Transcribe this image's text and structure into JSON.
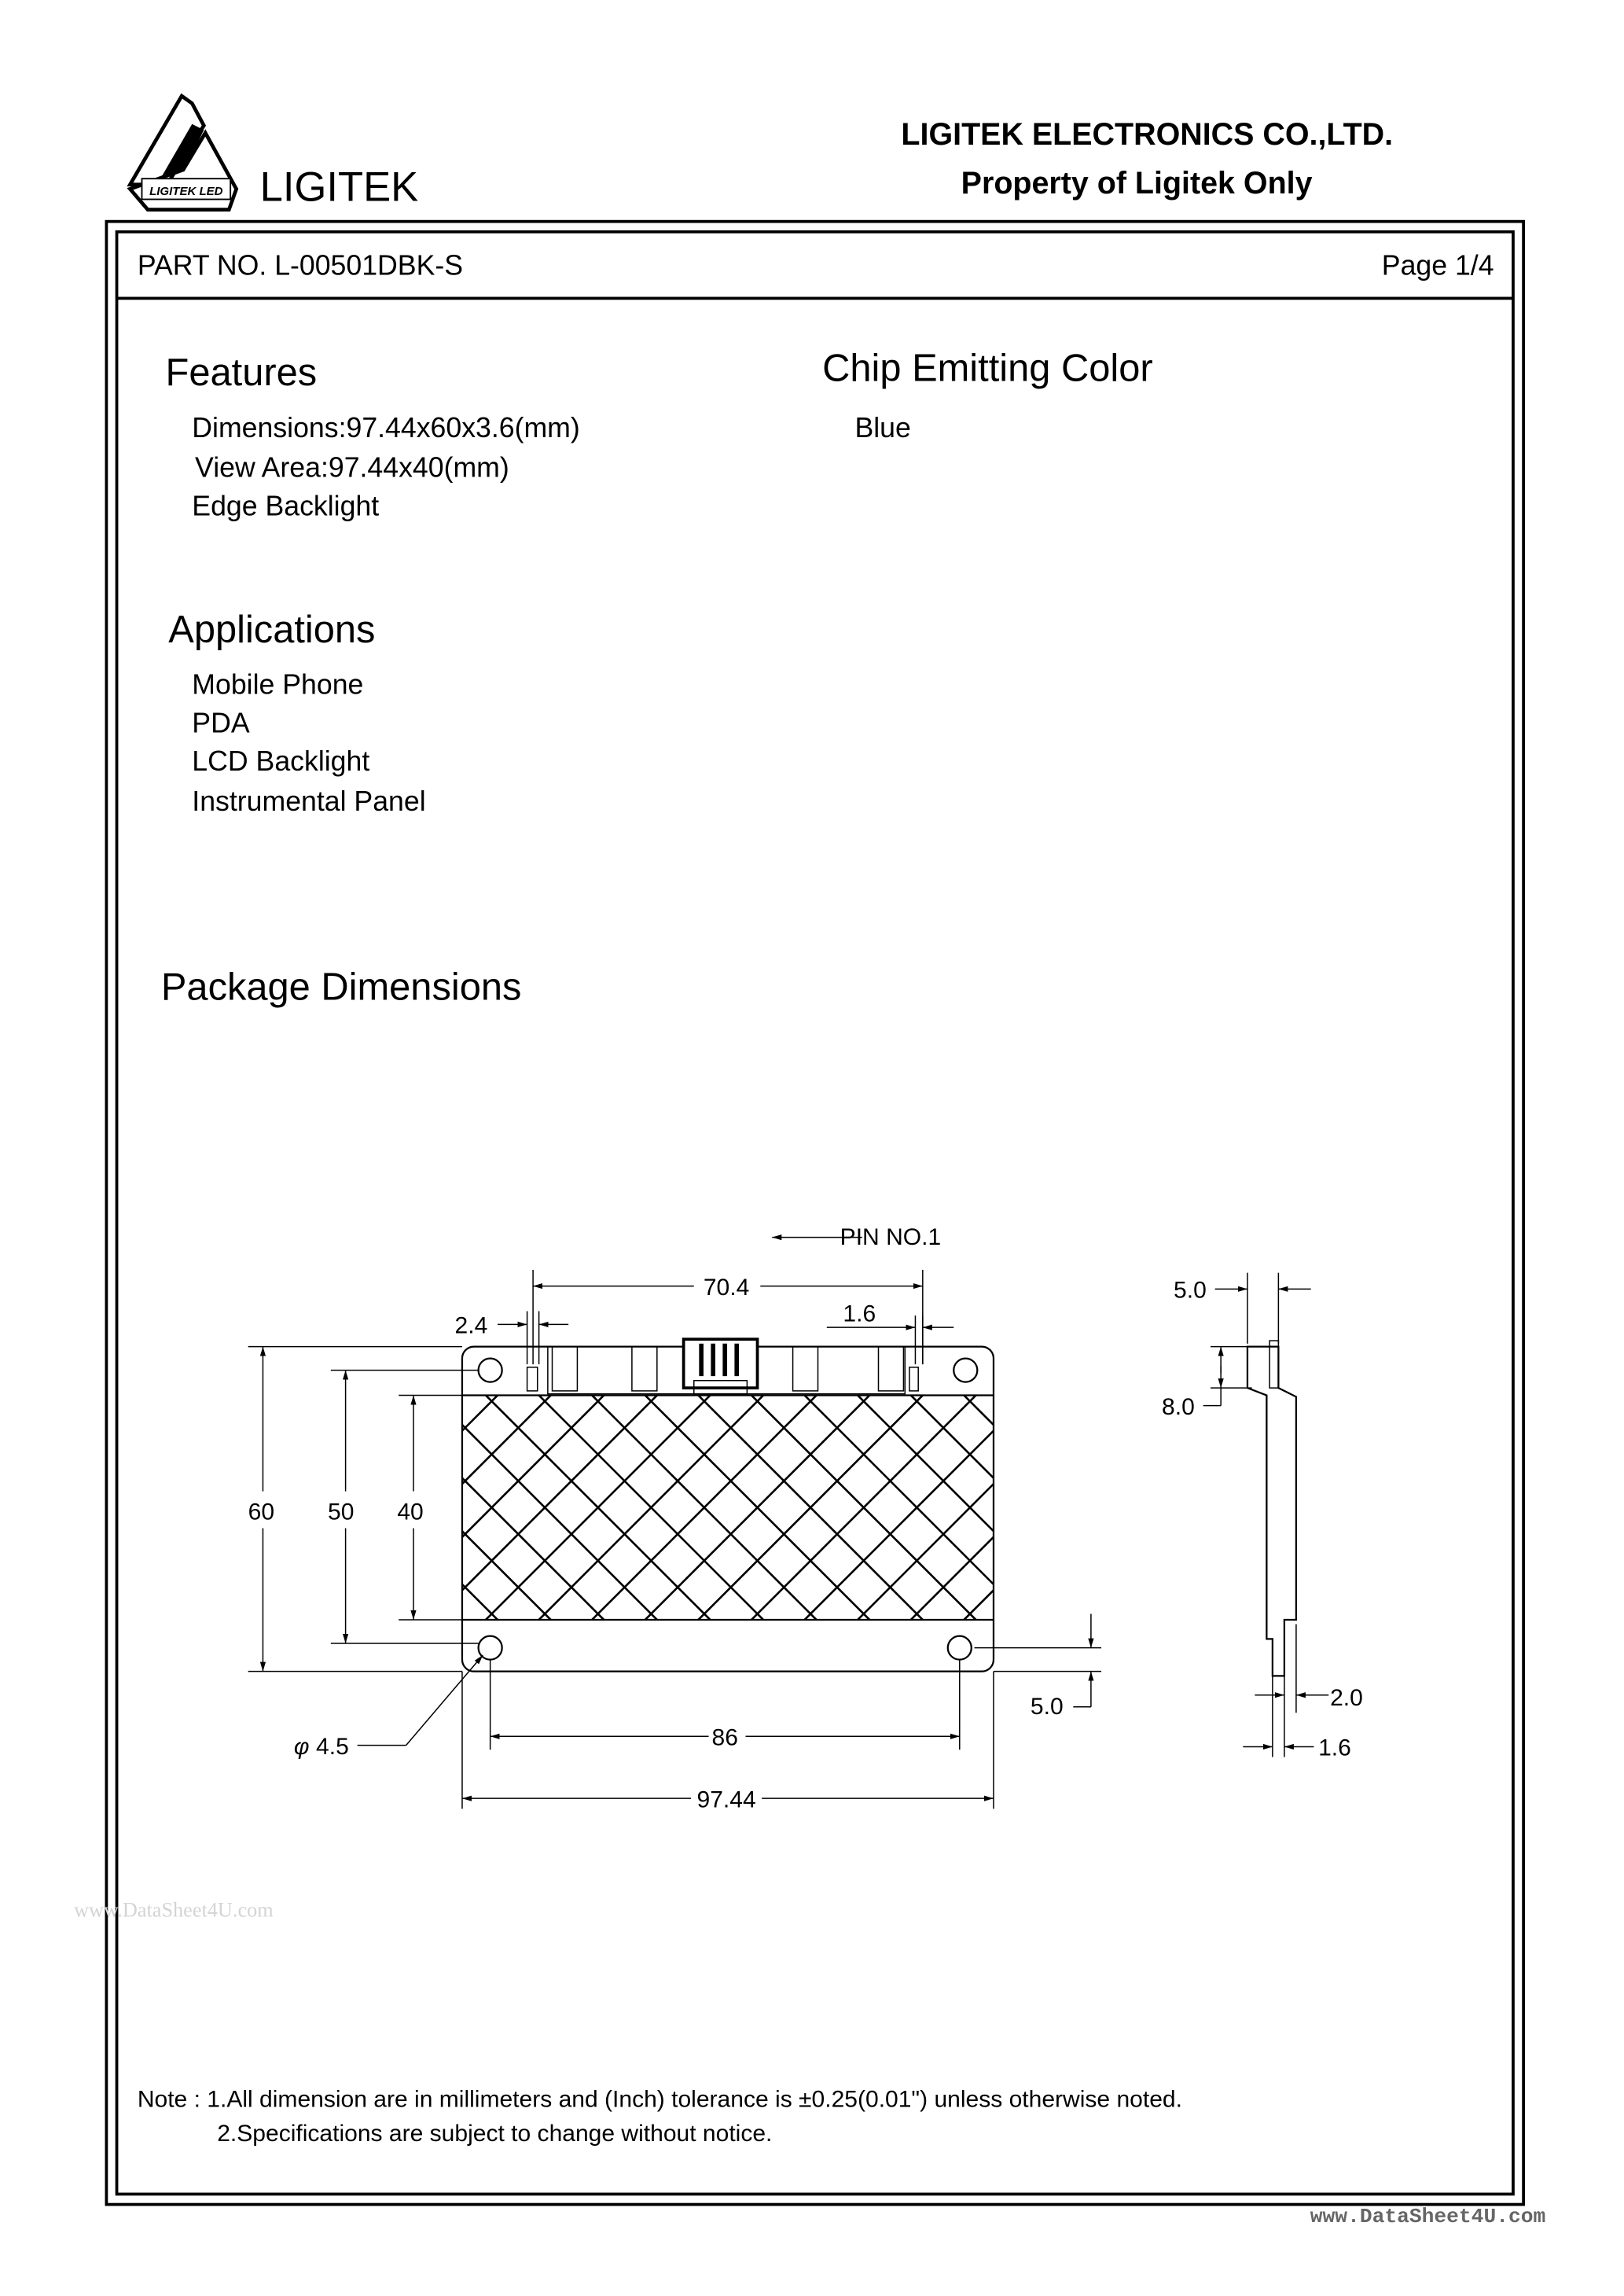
{
  "header": {
    "logo_text": "LIGITEK LED",
    "brand": "LIGITEK",
    "company": "LIGITEK ELECTRONICS CO.,LTD.",
    "property": "Property of Ligitek Only"
  },
  "part_row": {
    "part_no": "PART NO. L-00501DBK-S",
    "page": "Page 1/4"
  },
  "features": {
    "title": "Features",
    "items": [
      "Dimensions:97.44x60x3.6(mm)",
      "View Area:97.44x40(mm)",
      "Edge Backlight"
    ]
  },
  "chip": {
    "title": "Chip Emitting Color",
    "value": "Blue"
  },
  "applications": {
    "title": "Applications",
    "items": [
      "Mobile Phone",
      "PDA",
      "LCD Backlight",
      "Instrumental Panel"
    ]
  },
  "package": {
    "title": "Package Dimensions",
    "pin_label": "PIN NO.1",
    "dims": {
      "top_span": "70.4",
      "left_gap": "2.4",
      "right_gap": "1.6",
      "height_total": "60",
      "height_holes": "50",
      "height_view": "40",
      "hole_dia": "4.5",
      "hole_dia_symbol": "φ",
      "hole_span": "86",
      "width_total": "97.44",
      "hole_offset": "5.0",
      "side_top": "5.0",
      "side_step": "8.0",
      "side_b1": "2.0",
      "side_b2": "1.6"
    }
  },
  "notes": {
    "line1": "Note : 1.All dimension are in millimeters and (Inch) tolerance is ±0.25(0.01\") unless otherwise noted.",
    "line2": "2.Specifications are subject to change without notice."
  },
  "watermarks": {
    "left": "www.DataSheet4U.com",
    "bottom": "www.DataSheet4U.com"
  }
}
